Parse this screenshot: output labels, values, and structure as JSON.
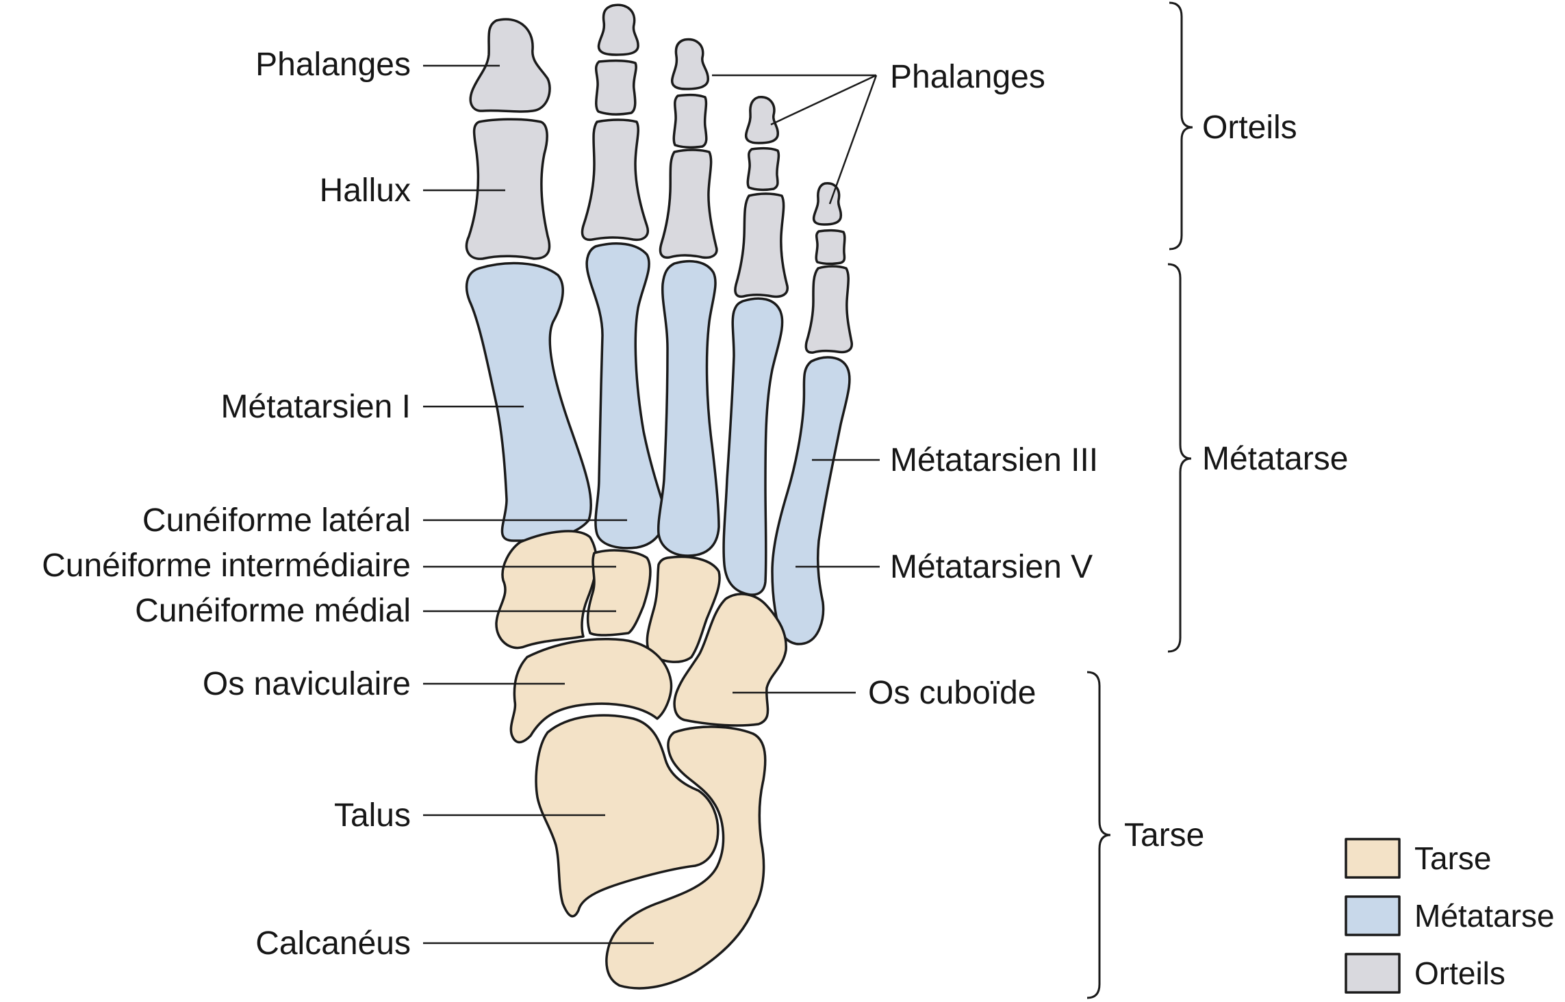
{
  "colors": {
    "tarse": "#f3e2c7",
    "metatarse": "#c8d8ea",
    "orteils": "#d9d9de"
  },
  "labels": {
    "phalanges_left": "Phalanges",
    "hallux": "Hallux",
    "metatarsien_1": "Métatarsien I",
    "cuneiforme_lateral": "Cunéiforme latéral",
    "cuneiforme_intermediaire": "Cunéiforme intermédiaire",
    "cuneiforme_medial": "Cunéiforme médial",
    "os_naviculaire": "Os naviculaire",
    "talus": "Talus",
    "calcaneus": "Calcanéus",
    "phalanges_right": "Phalanges",
    "metatarsien_3": "Métatarsien III",
    "metatarsien_5": "Métatarsien V",
    "os_cuboide": "Os cuboïde"
  },
  "groups": {
    "orteils": "Orteils",
    "metatarse": "Métatarse",
    "tarse": "Tarse"
  },
  "legend": [
    {
      "key": "tarse",
      "label": "Tarse"
    },
    {
      "key": "metatarse",
      "label": "Métatarse"
    },
    {
      "key": "orteils",
      "label": "Orteils"
    }
  ]
}
